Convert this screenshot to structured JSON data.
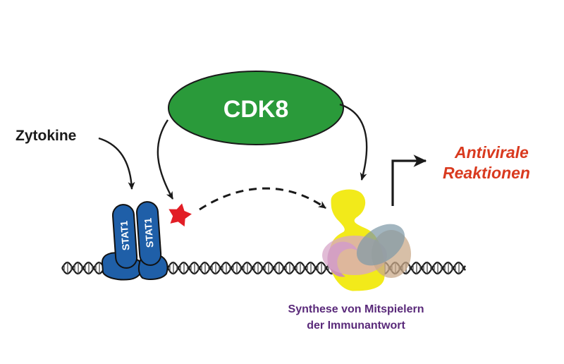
{
  "labels": {
    "cdk8": "CDK8",
    "cytokines": "Zytokine",
    "stat1_a": "STAT1",
    "stat1_b": "STAT1",
    "antiviral_line1": "Antivirale",
    "antiviral_line2": "Reaktionen",
    "synthesis_line1": "Synthese von Mitspielern",
    "synthesis_line2": "der Immunantwort"
  },
  "colors": {
    "cdk8_fill": "#2a9a3a",
    "stat1_fill": "#1f5fa8",
    "phospho_star": "#e21e26",
    "antiviral_text": "#d93a1f",
    "synthesis_text": "#5a2a7a",
    "complex_yellow": "#f2ea1a",
    "complex_pink": "#d7a6c8",
    "complex_tan": "#c9a98a",
    "complex_slate": "#7f9aa8",
    "arrow": "#1a1a1a"
  }
}
